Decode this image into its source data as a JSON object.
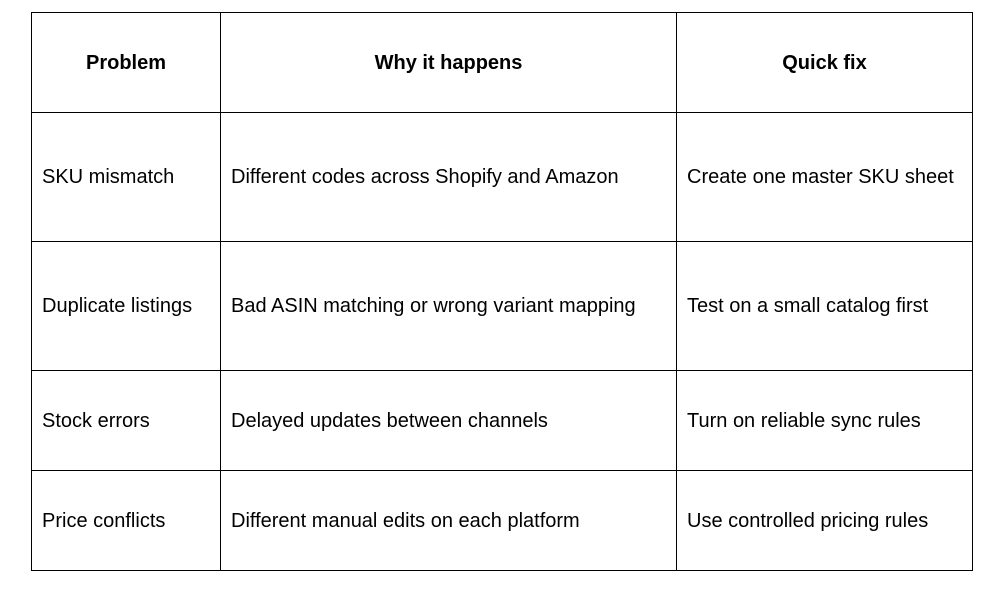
{
  "table": {
    "headers": [
      "Problem",
      "Why it happens",
      "Quick fix"
    ],
    "rows": [
      {
        "problem": "SKU mismatch",
        "why": "Different codes across Shopify and Amazon",
        "fix": "Create one master SKU sheet"
      },
      {
        "problem": "Duplicate listings",
        "why": "Bad ASIN matching or wrong variant mapping",
        "fix": "Test on a small catalog first"
      },
      {
        "problem": "Stock errors",
        "why": "Delayed updates between channels",
        "fix": "Turn on reliable sync rules"
      },
      {
        "problem": "Price conflicts",
        "why": "Different manual edits on each platform",
        "fix": "Use controlled pricing rules"
      }
    ]
  }
}
